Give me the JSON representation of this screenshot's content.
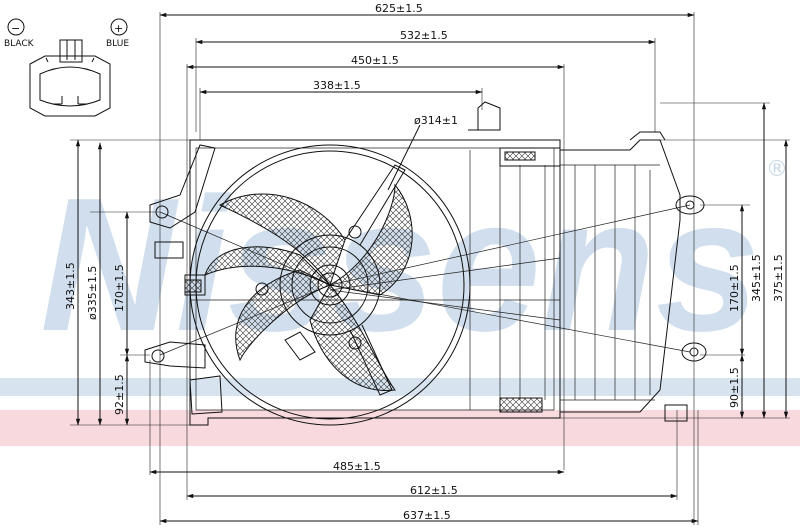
{
  "watermark": {
    "text": "Nissens",
    "registered": "®",
    "stripe_blue": "#b7cde3",
    "stripe_pink": "#f3c9d0",
    "text_color": "#c9d9ea"
  },
  "connector": {
    "black_label": "BLACK",
    "blue_label": "BLUE",
    "black_symbol": "−",
    "blue_symbol": "+"
  },
  "dimensions": {
    "top": [
      "625±1.5",
      "532±1.5",
      "450±1.5",
      "338±1.5"
    ],
    "bottom": [
      "485±1.5",
      "612±1.5",
      "637±1.5"
    ],
    "fan_diameter": "ø314±1",
    "left": [
      "343±1.5",
      "ø335±1.5",
      "170±1.5",
      "92±1.5"
    ],
    "right": [
      "170±1.5",
      "345±1.5",
      "375±1.5",
      "90±1.5"
    ]
  }
}
